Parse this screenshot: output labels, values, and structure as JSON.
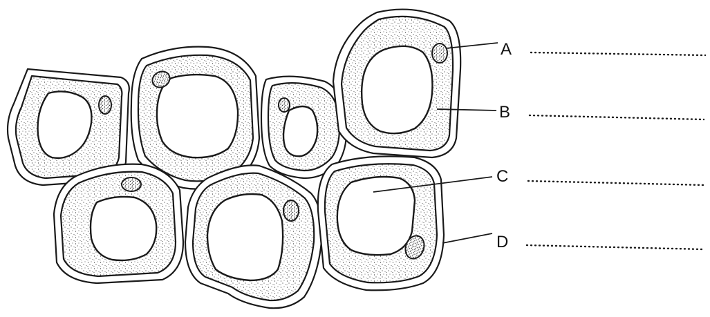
{
  "labels": [
    {
      "letter": "A"
    },
    {
      "letter": "B"
    },
    {
      "letter": "C"
    },
    {
      "letter": "D"
    }
  ]
}
